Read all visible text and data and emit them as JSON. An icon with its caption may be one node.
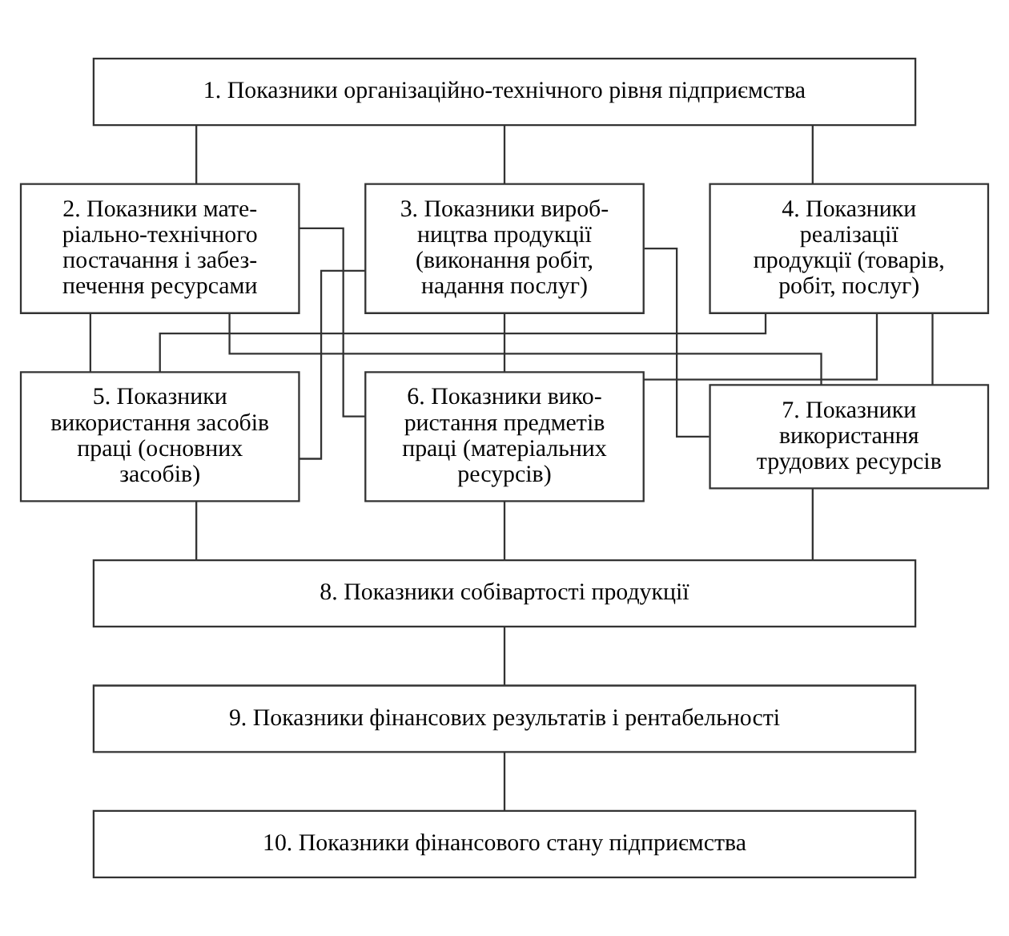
{
  "diagram": {
    "nodes": [
      {
        "text": [
          "1. Показники організаційно-технічного рівня підприємства"
        ]
      },
      {
        "text": [
          "2. Показники мате- ріально-технічного постачання і забез- печення ресурсами"
        ]
      },
      {
        "text": [
          "3. Показники вироб- ництва продукції (виконання робіт, надання послуг)"
        ]
      },
      {
        "text": [
          "4. Показники реалізації  продукції (товарів, робіт, послуг)"
        ]
      },
      {
        "text": [
          "5. Показники використання засобів праці (основних засобів)"
        ]
      },
      {
        "text": [
          "6. Показники вико- ристання предметів праці (матеріальних ресурсів)"
        ]
      },
      {
        "text": [
          "7. Показники використання трудових ресурсів"
        ]
      },
      {
        "text": [
          "8. Показники собівартості продукції"
        ]
      },
      {
        "text": [
          "9. Показники фінансових результатів і рентабельності"
        ]
      },
      {
        "text": [
          "10. Показники фінансового стану підприємства"
        ]
      }
    ],
    "edges": [
      {
        "from": 0,
        "to": 1,
        "arrow": "none"
      },
      {
        "from": 0,
        "to": 2,
        "arrow": "none"
      },
      {
        "from": 0,
        "to": 3,
        "arrow": "none"
      },
      {
        "from": 1,
        "to": 4,
        "arrow": "none"
      },
      {
        "from": 1,
        "to": 5,
        "arrow": "none"
      },
      {
        "from": 1,
        "to": 6,
        "arrow": "none"
      },
      {
        "from": 2,
        "to": 4,
        "arrow": "none"
      },
      {
        "from": 2,
        "to": 5,
        "arrow": "none"
      },
      {
        "from": 2,
        "to": 6,
        "arrow": "none"
      },
      {
        "from": 3,
        "to": 4,
        "arrow": "none"
      },
      {
        "from": 3,
        "to": 5,
        "arrow": "none"
      },
      {
        "from": 3,
        "to": 6,
        "arrow": "none"
      },
      {
        "from": 4,
        "to": 7,
        "arrow": "none"
      },
      {
        "from": 5,
        "to": 7,
        "arrow": "none"
      },
      {
        "from": 6,
        "to": 7,
        "arrow": "none"
      },
      {
        "from": 7,
        "to": 8,
        "arrow": "none"
      },
      {
        "from": 8,
        "to": 9,
        "arrow": "none"
      }
    ]
  }
}
